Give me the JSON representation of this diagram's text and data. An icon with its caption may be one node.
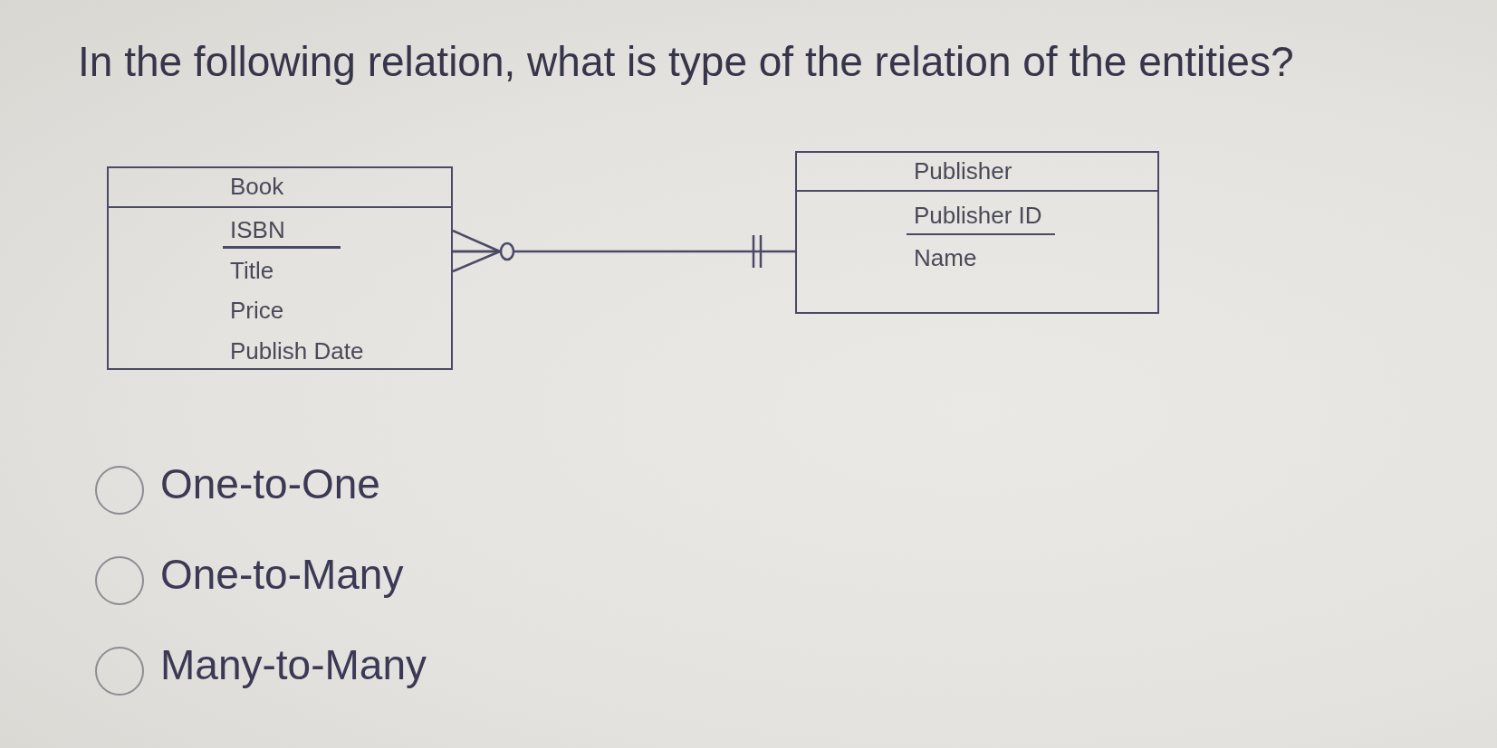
{
  "diagram": {
    "title": "In the following relation, what is type of the relation of the entities?",
    "nodes": [
      {
        "text": [
          "Book",
          "ISBN",
          "Title",
          "Price",
          "Publish Date"
        ]
      },
      {
        "text": [
          "Publisher",
          "Publisher ID",
          "Name"
        ]
      }
    ],
    "edges": [
      {
        "from": 0,
        "to": 1,
        "arrow": "other"
      }
    ],
    "labels": [
      "One-to-One",
      "One-to-Many",
      "Many-to-Many"
    ]
  }
}
